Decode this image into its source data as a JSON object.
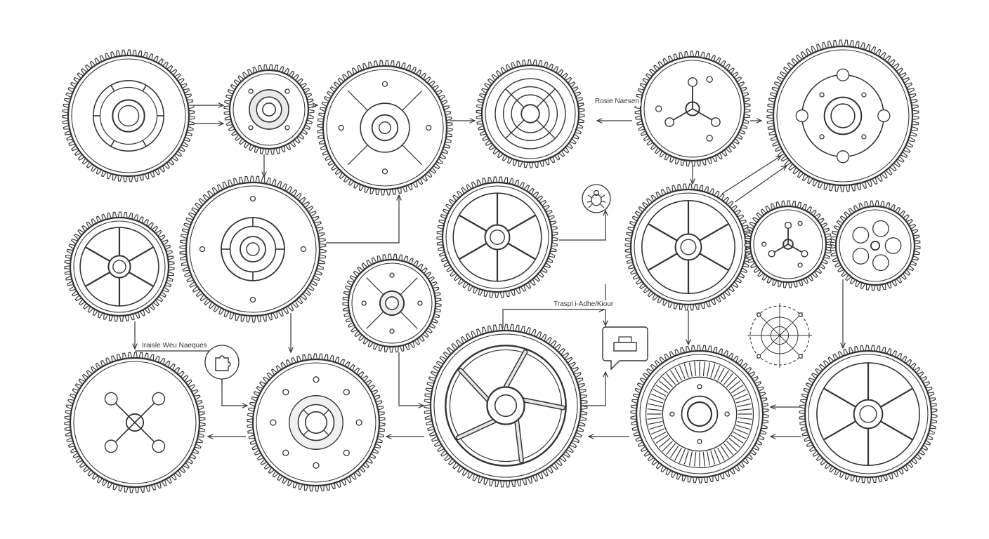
{
  "diagram": {
    "labels": [
      "Rosie Naesen",
      "Traspl i-Adhe/Kiour",
      "Iraisle Weu Naeques"
    ],
    "ink_color": "#333333",
    "background_color": "#ffffff",
    "gear_styles": [
      "ring",
      "hub",
      "radial",
      "grid",
      "triad",
      "quad",
      "spoke6",
      "rings",
      "spoke6",
      "spokebolt",
      "spoke6",
      "triad",
      "cluster",
      "diamond",
      "bolts",
      "curved",
      "dense",
      "spoke6",
      "ring"
    ],
    "icon_names": [
      "bug-icon",
      "puzzle-icon",
      "printer-icon",
      "crosshair-icon"
    ]
  }
}
